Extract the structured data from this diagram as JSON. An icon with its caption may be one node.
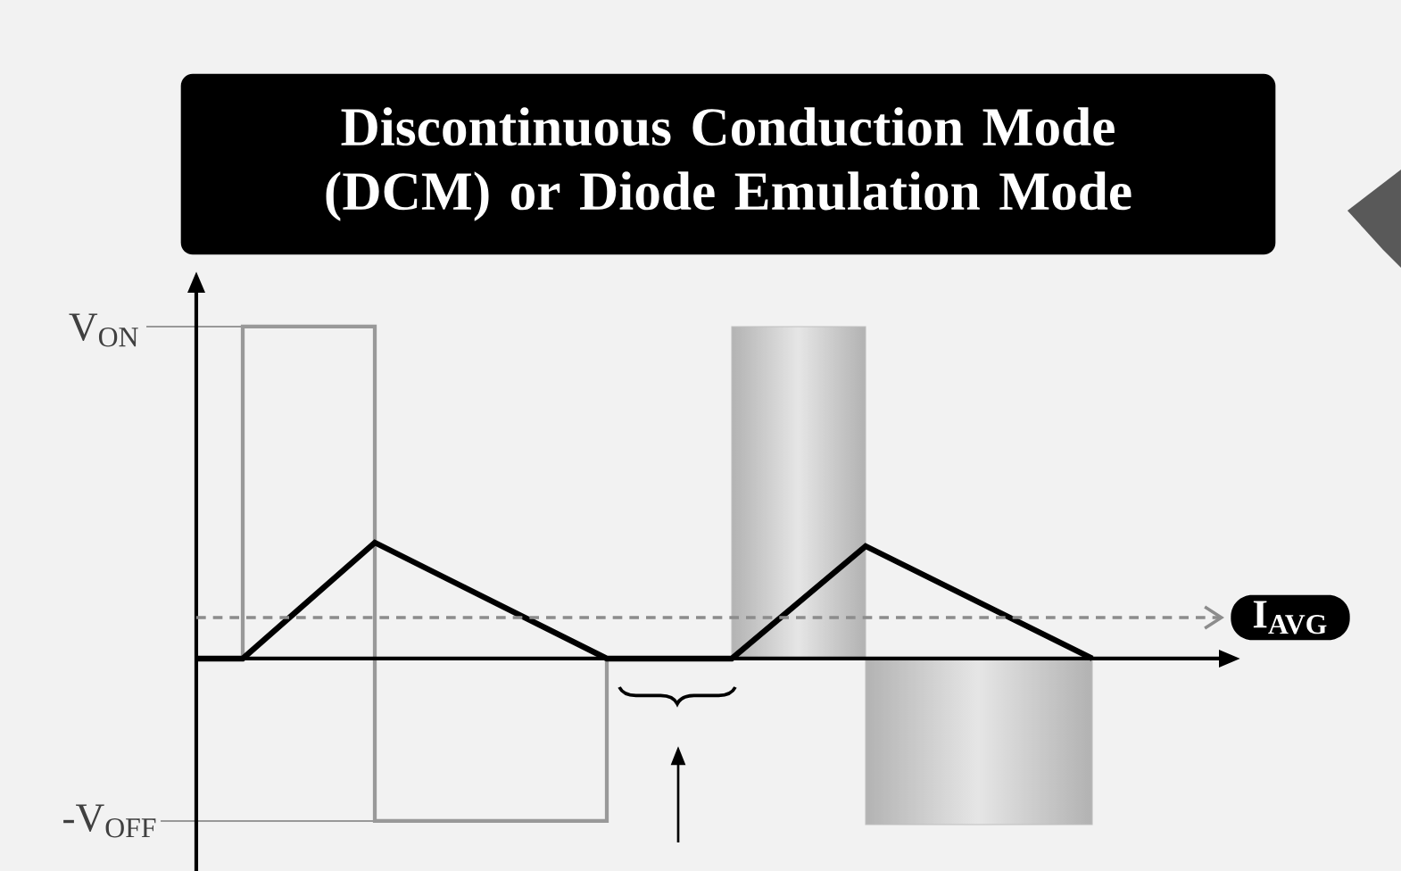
{
  "diagram": {
    "nodes": [
      {
        "text": [
          "Discontinuous Conduction Mode (DCM) or Diode Emulation Mode"
        ]
      }
    ],
    "labels": [
      "V$_{ON}$",
      "-V$_{OFF}$",
      "I$_{AVG}$"
    ]
  }
}
